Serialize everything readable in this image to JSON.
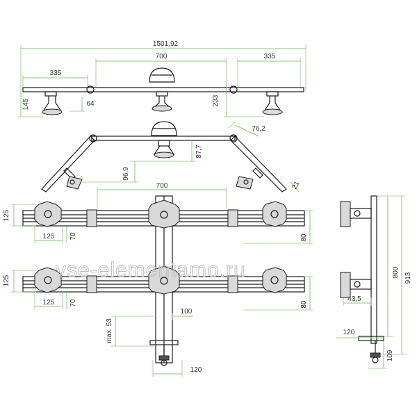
{
  "watermark": "vse-elementamo.ru",
  "top_view": {
    "total_width": "1501,92",
    "center_span": "700",
    "right_span": "335",
    "left_span": "335",
    "height_left": "145",
    "clamp_offset": "64",
    "height_right": "233"
  },
  "angled_view": {
    "angle_len": "76,2",
    "drop_a": "87,7",
    "drop_b": "96,9",
    "arm_w": "21"
  },
  "front_view_upper": {
    "span": "700",
    "mount_h": "125",
    "vesa_w": "125",
    "vesa_h": "70",
    "bar_h": "80"
  },
  "front_view_lower": {
    "mount_h": "125",
    "vesa_w": "125",
    "vesa_h": "70",
    "bar_h": "80",
    "pole_w": "100",
    "max_clamp": "max. 53",
    "base_w": "120"
  },
  "side_view": {
    "height_800": "800",
    "height_913": "913",
    "offset": "43,5",
    "base": "120",
    "clamp": "109"
  }
}
